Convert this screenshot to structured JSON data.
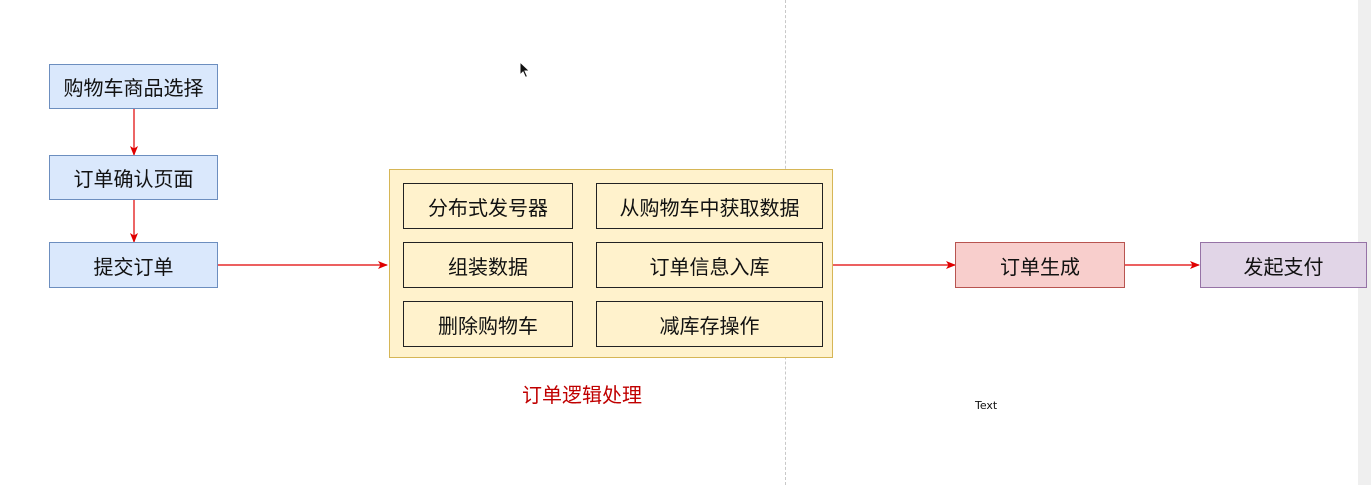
{
  "flow_left": {
    "cart_select": "购物车商品选择",
    "order_confirm": "订单确认页面",
    "submit_order": "提交订单"
  },
  "order_logic": {
    "items": [
      "分布式发号器",
      "从购物车中获取数据",
      "组装数据",
      "订单信息入库",
      "删除购物车",
      "减库存操作"
    ],
    "caption": "订单逻辑处理"
  },
  "flow_right": {
    "order_generated": "订单生成",
    "initiate_payment": "发起支付"
  },
  "text_label": "Text",
  "colors": {
    "blue_fill": "#dae8fc",
    "yellow_fill": "#fff2cc",
    "red_fill": "#f8cecc",
    "purple_fill": "#e1d5e7",
    "arrow": "#e00000",
    "caption": "#c00000"
  }
}
